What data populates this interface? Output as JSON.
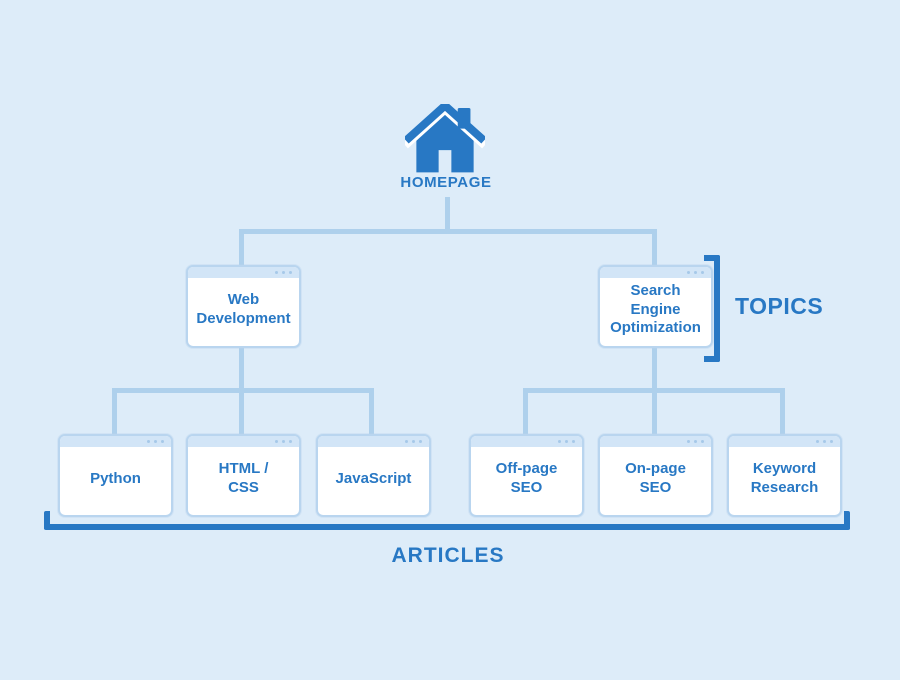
{
  "colors": {
    "background": "#ddecf9",
    "accent": "#2878c4",
    "connector": "#aed0ec",
    "box_border": "#b9d5ef",
    "box_header": "#d2e5f7",
    "header_dots": "#a6c9e9",
    "box_fill": "#ffffff"
  },
  "tree": {
    "root": {
      "label": "HOMEPAGE",
      "icon": "home-icon"
    },
    "topics_label": "TOPICS",
    "articles_label": "ARTICLES",
    "level1": [
      {
        "id": "web-development",
        "label": "Web\nDevelopment"
      },
      {
        "id": "search-engine-optimization",
        "label": "Search Engine\nOptimization"
      }
    ],
    "level2": [
      {
        "id": "python",
        "label": "Python",
        "parent": "web-development"
      },
      {
        "id": "html-css",
        "label": "HTML /\nCSS",
        "parent": "web-development"
      },
      {
        "id": "javascript",
        "label": "JavaScript",
        "parent": "web-development"
      },
      {
        "id": "off-page-seo",
        "label": "Off-page\nSEO",
        "parent": "search-engine-optimization"
      },
      {
        "id": "on-page-seo",
        "label": "On-page\nSEO",
        "parent": "search-engine-optimization"
      },
      {
        "id": "keyword-research",
        "label": "Keyword\nResearch",
        "parent": "search-engine-optimization"
      }
    ]
  }
}
